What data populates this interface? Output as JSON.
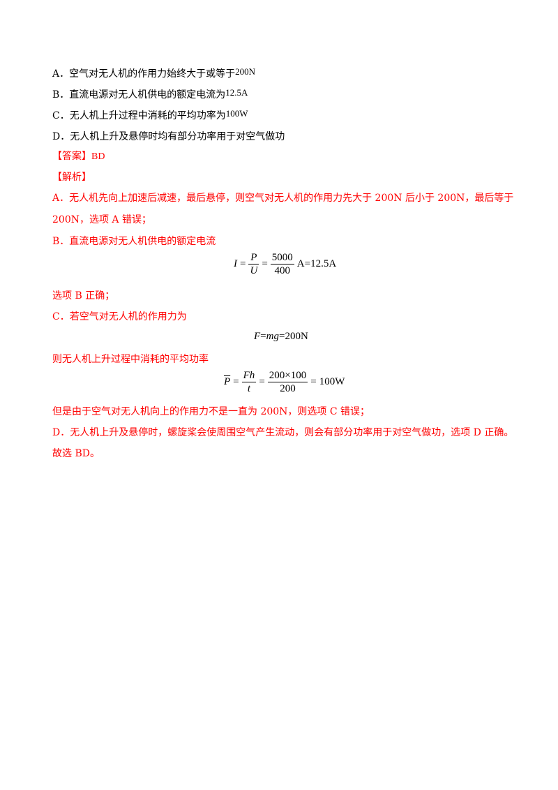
{
  "options": {
    "a": {
      "text": "A．空气对无人机的作用力始终大于或等于",
      "value": "200N"
    },
    "b": {
      "text": "B．直流电源对无人机供电的额定电流为",
      "value": "12.5A"
    },
    "c": {
      "text": "C．无人机上升过程中消耗的平均功率为",
      "value": "100W"
    },
    "d": {
      "text": "D．无人机上升及悬停时均有部分功率用于对空气做功"
    }
  },
  "answer": {
    "label": "【答案】",
    "value": "BD"
  },
  "analysis": {
    "label": "【解析】",
    "a_line1": "A．无人机先向上加速后减速，最后悬停，则空气对无人机的作用力先大于 200N 后小于 200N，最后等于",
    "a_line2": "200N，选项 A 错误；",
    "b_line": "B．直流电源对无人机供电的额定电流",
    "eq1": {
      "lhs": "I",
      "num1": "P",
      "den1": "U",
      "num2": "5000",
      "den2": "400",
      "rhs": "A=12.5A"
    },
    "b_result": "选项 B 正确；",
    "c_line": "C．若空气对无人机的作用力为",
    "eq2": {
      "f": "F",
      "eq": "=",
      "mg": "mg",
      "val": "=200N"
    },
    "c_power": "则无人机上升过程中消耗的平均功率",
    "eq3": {
      "lhs": "P",
      "num1": "Fh",
      "den1": "t",
      "num2": "200×100",
      "den2": "200",
      "rhs": "100W"
    },
    "c_result": "但是由于空气对无人机向上的作用力不是一直为 200N，则选项 C 错误；",
    "d_line": "D．无人机上升及悬停时，螺旋桨会使周围空气产生流动，则会有部分功率用于对空气做功，选项 D 正确。",
    "conclusion": "故选 BD。"
  }
}
